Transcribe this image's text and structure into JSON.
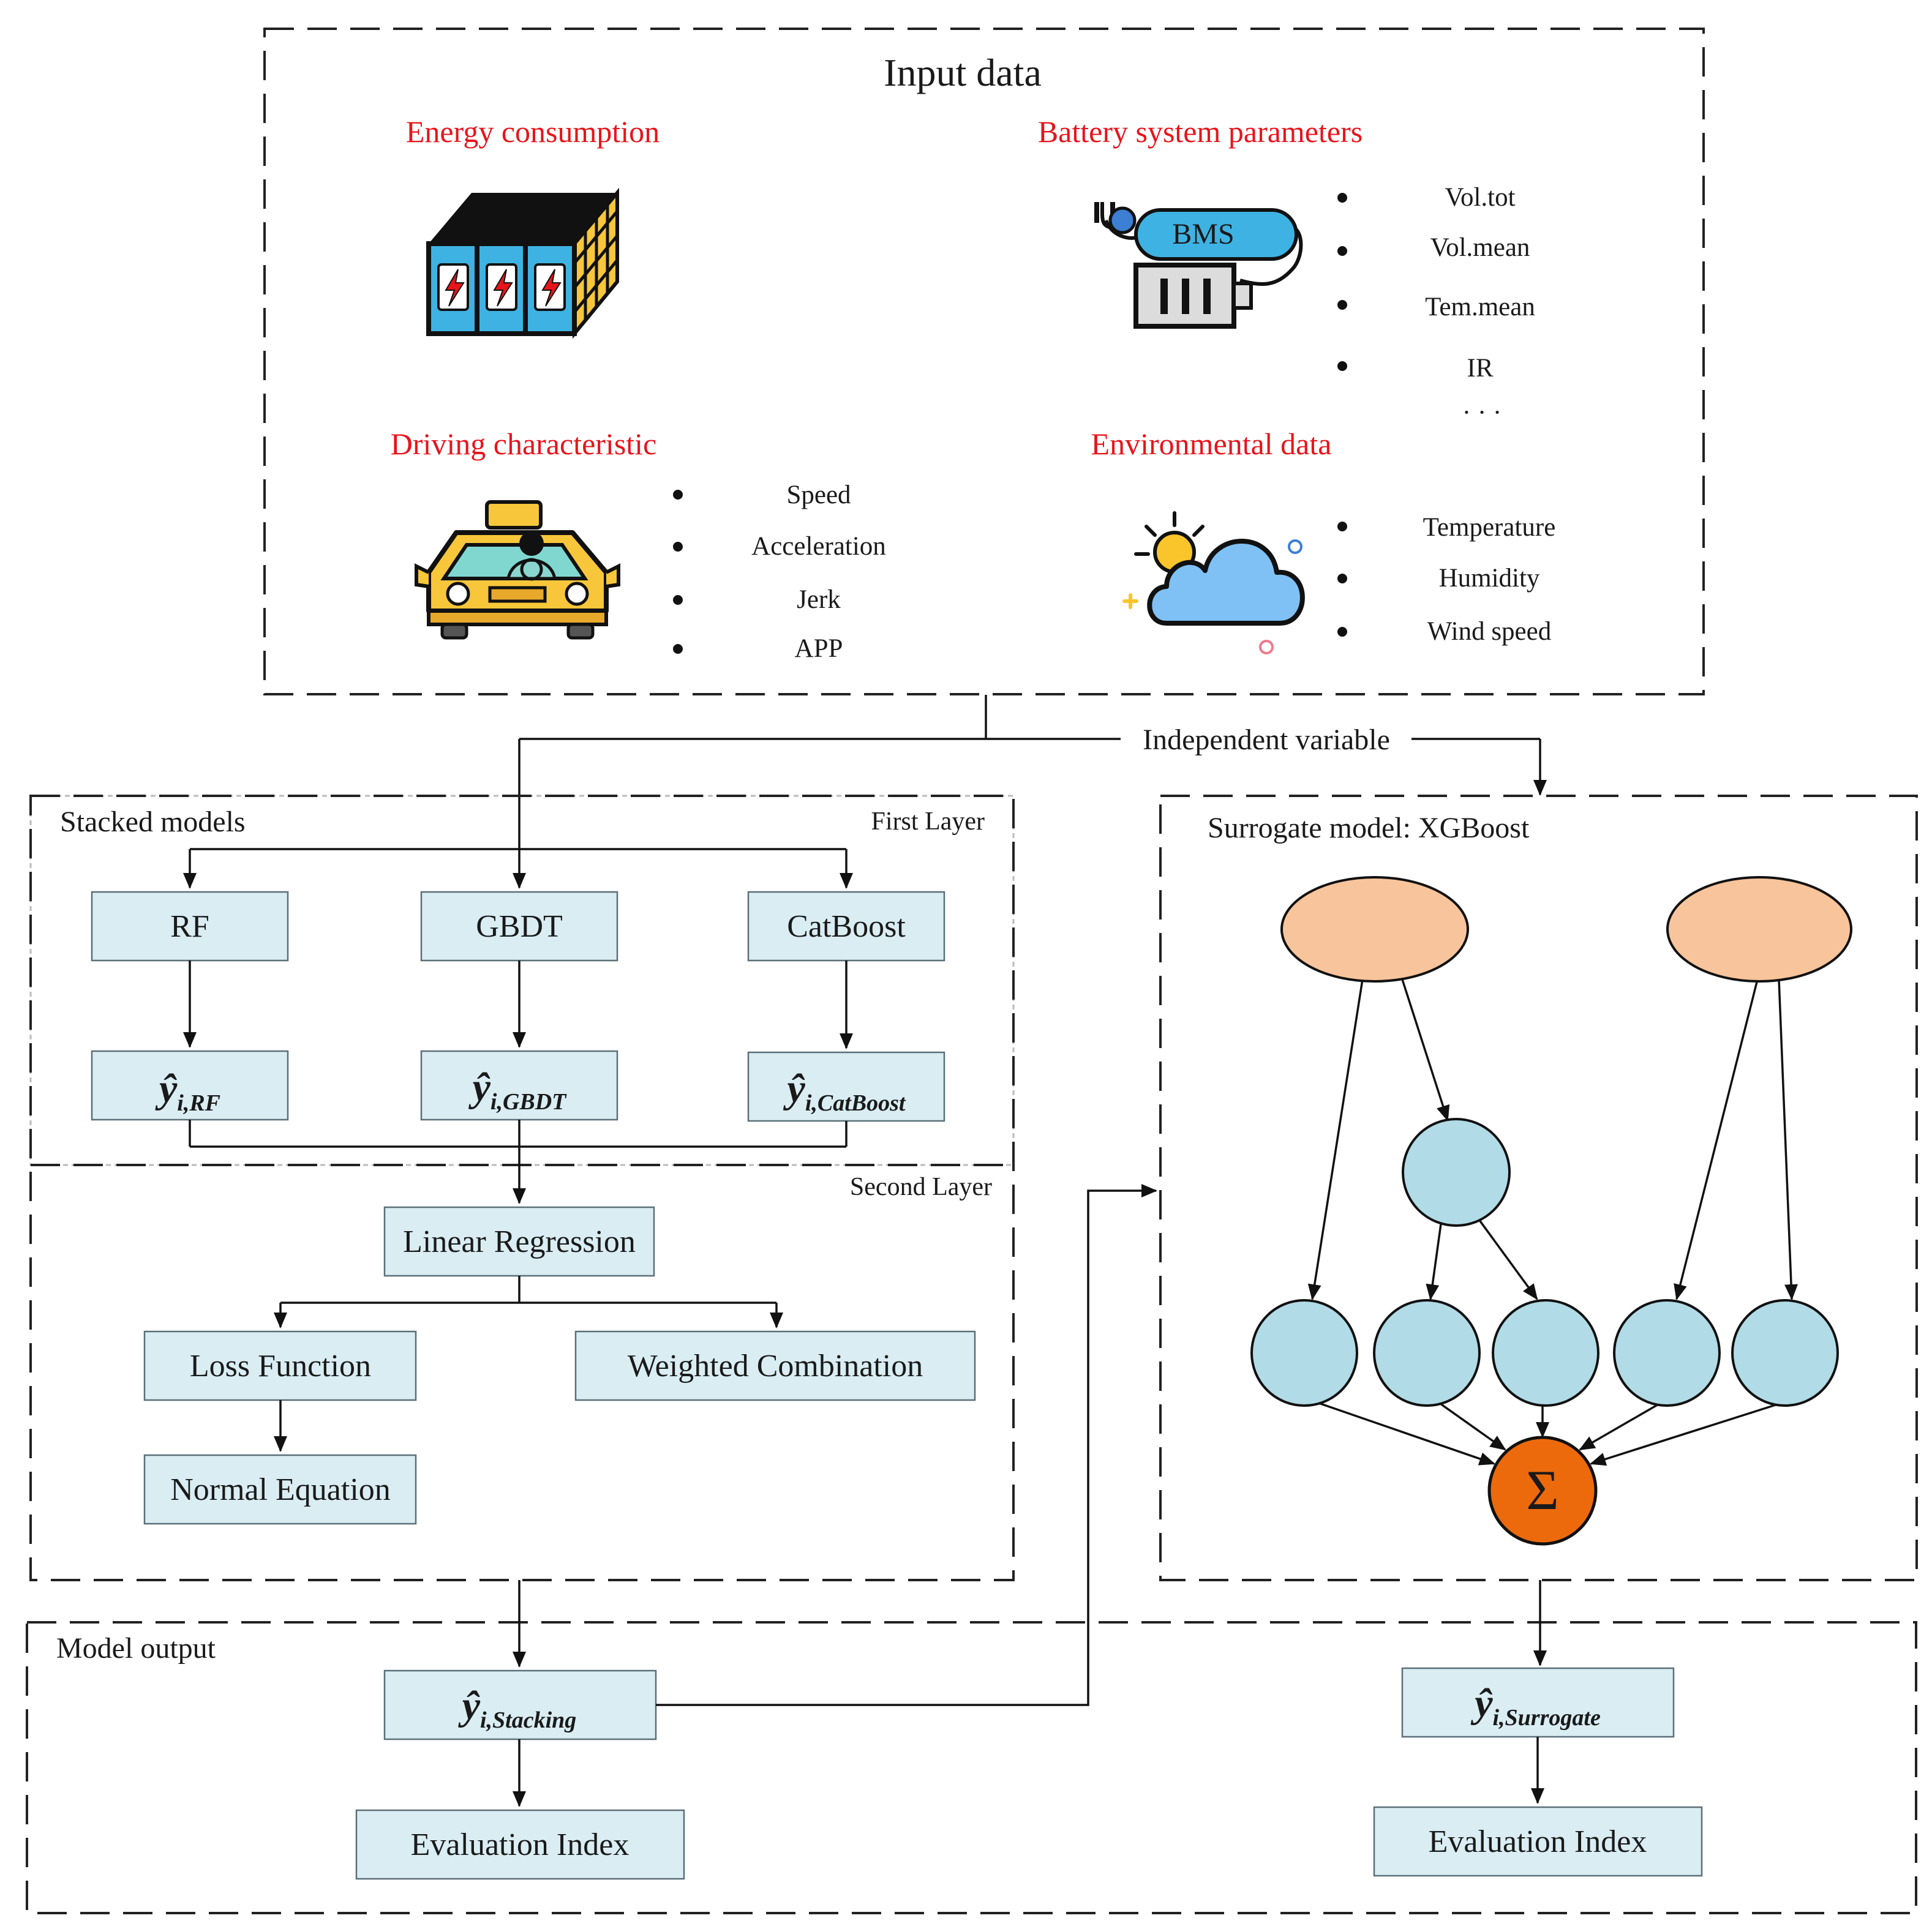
{
  "input": {
    "title": "Input data",
    "energy_title": "Energy consumption",
    "battery_title": "Battery system parameters",
    "bms_label": "BMS",
    "battery_items": [
      "Vol.tot",
      "Vol.mean",
      "Tem.mean",
      "IR"
    ],
    "battery_more": "· · ·",
    "driving_title": "Driving characteristic",
    "driving_items": [
      "Speed",
      "Acceleration",
      "Jerk",
      "APP"
    ],
    "env_title": "Environmental data",
    "env_items": [
      "Temperature",
      "Humidity",
      "Wind speed"
    ]
  },
  "flow": {
    "independent_variable": "Independent variable"
  },
  "stacked": {
    "title": "Stacked models",
    "first_layer": "First Layer",
    "second_layer": "Second Layer",
    "base_models": [
      "RF",
      "GBDT",
      "CatBoost"
    ],
    "pred_hat": "ŷ",
    "pred_subscripts": [
      "i,RF",
      "i,GBDT",
      "i,CatBoost"
    ],
    "meta_model": "Linear Regression",
    "loss_function": "Loss Function",
    "weighted_combination": "Weighted Combination",
    "normal_equation": "Normal Equation"
  },
  "surrogate": {
    "title": "Surrogate model: XGBoost",
    "sum_symbol": "Σ"
  },
  "output": {
    "title": "Model output",
    "stacking_hat": "ŷ",
    "stacking_sub": "i,Stacking",
    "surrogate_hat": "ŷ",
    "surrogate_sub": "i,Surrogate",
    "eval_left": "Evaluation Index",
    "eval_right": "Evaluation Index"
  },
  "colors": {
    "heading_red": "#e8141b",
    "box_fill": "#d9edf3",
    "tree_node": "#b1dbe6",
    "tree_root": "#f8c49b",
    "sum_node": "#ec6a0c",
    "battery_blue": "#3eb3e3",
    "taxi_yellow": "#f8c63a",
    "cloud_blue": "#7fc1f5",
    "sun_yellow": "#f9c52b"
  },
  "icons": [
    "battery-pack-icon",
    "bms-battery-icon",
    "taxi-icon",
    "weather-cloud-sun-icon"
  ]
}
